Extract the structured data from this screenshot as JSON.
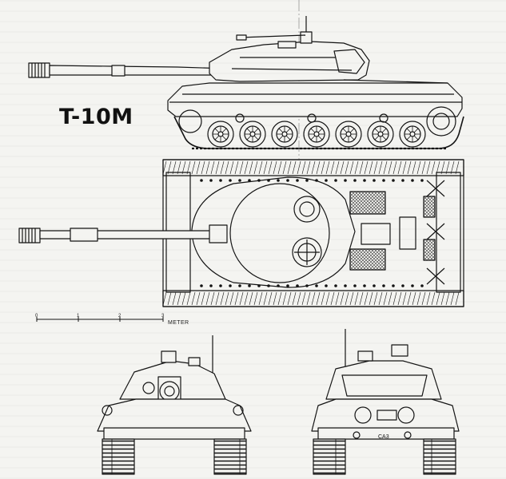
{
  "drawing": {
    "title": "T-10M",
    "scale": {
      "ticks": [
        "0",
        "1",
        "2",
        "3"
      ],
      "unit": "METER"
    },
    "plate_text": "CA3"
  },
  "colors": {
    "paper": "#f4f4f1",
    "ink": "#141414",
    "hatch": "#3a3a3a"
  }
}
